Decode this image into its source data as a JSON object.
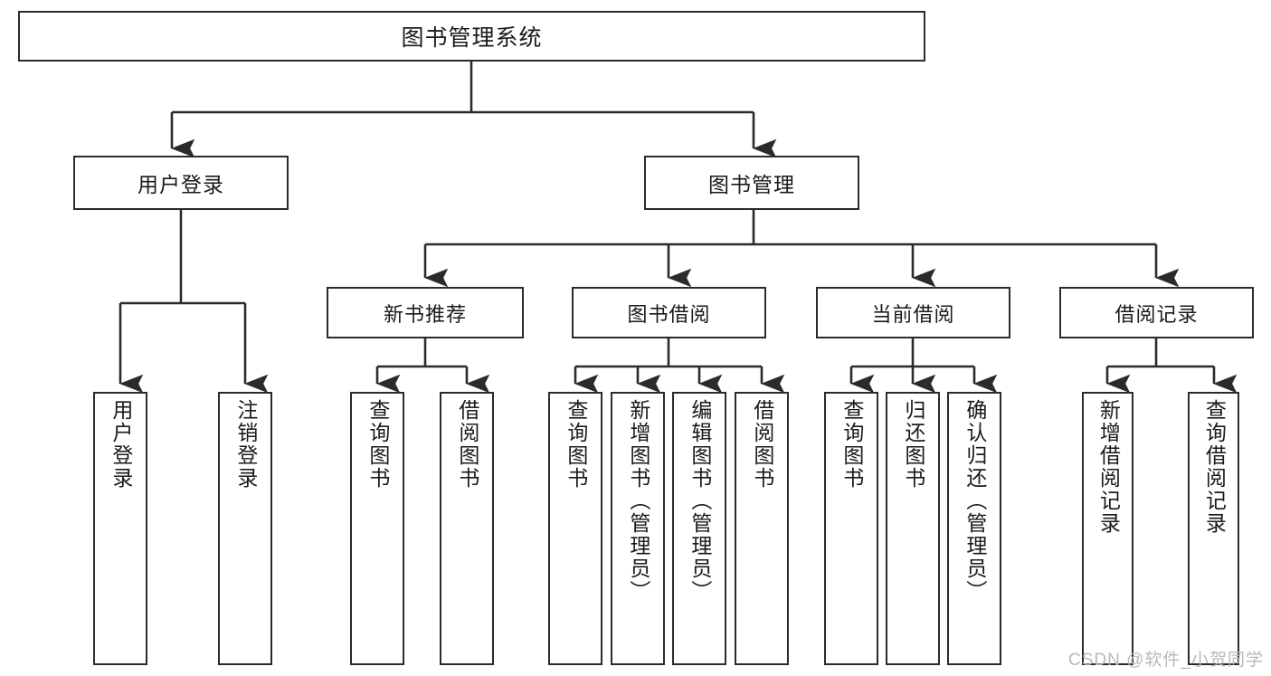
{
  "diagram": {
    "title": "图书管理系统",
    "root": {
      "label": "图书管理系统"
    },
    "level1": [
      {
        "label": "用户登录"
      },
      {
        "label": "图书管理"
      }
    ],
    "level2": [
      {
        "label": "新书推荐"
      },
      {
        "label": "图书借阅"
      },
      {
        "label": "当前借阅"
      },
      {
        "label": "借阅记录"
      }
    ],
    "leaves": {
      "user_login": [
        {
          "label": "用户登录"
        },
        {
          "label": "注销登录"
        }
      ],
      "new_book": [
        {
          "label": "查询图书"
        },
        {
          "label": "借阅图书"
        }
      ],
      "book_borrow": [
        {
          "label": "查询图书"
        },
        {
          "label": "新增图书（管理员）"
        },
        {
          "label": "编辑图书（管理员）"
        },
        {
          "label": "借阅图书"
        }
      ],
      "current_borrow": [
        {
          "label": "查询图书"
        },
        {
          "label": "归还图书"
        },
        {
          "label": "确认归还（管理员）"
        }
      ],
      "borrow_record": [
        {
          "label": "新增借阅记录"
        },
        {
          "label": "查询借阅记录"
        }
      ]
    }
  },
  "watermark": {
    "text": "CSDN @软件_小贺同学"
  },
  "colors": {
    "stroke": "#2b2b2b",
    "background": "#ffffff",
    "text": "#1a1a1a",
    "watermark": "#b9b9b9"
  }
}
